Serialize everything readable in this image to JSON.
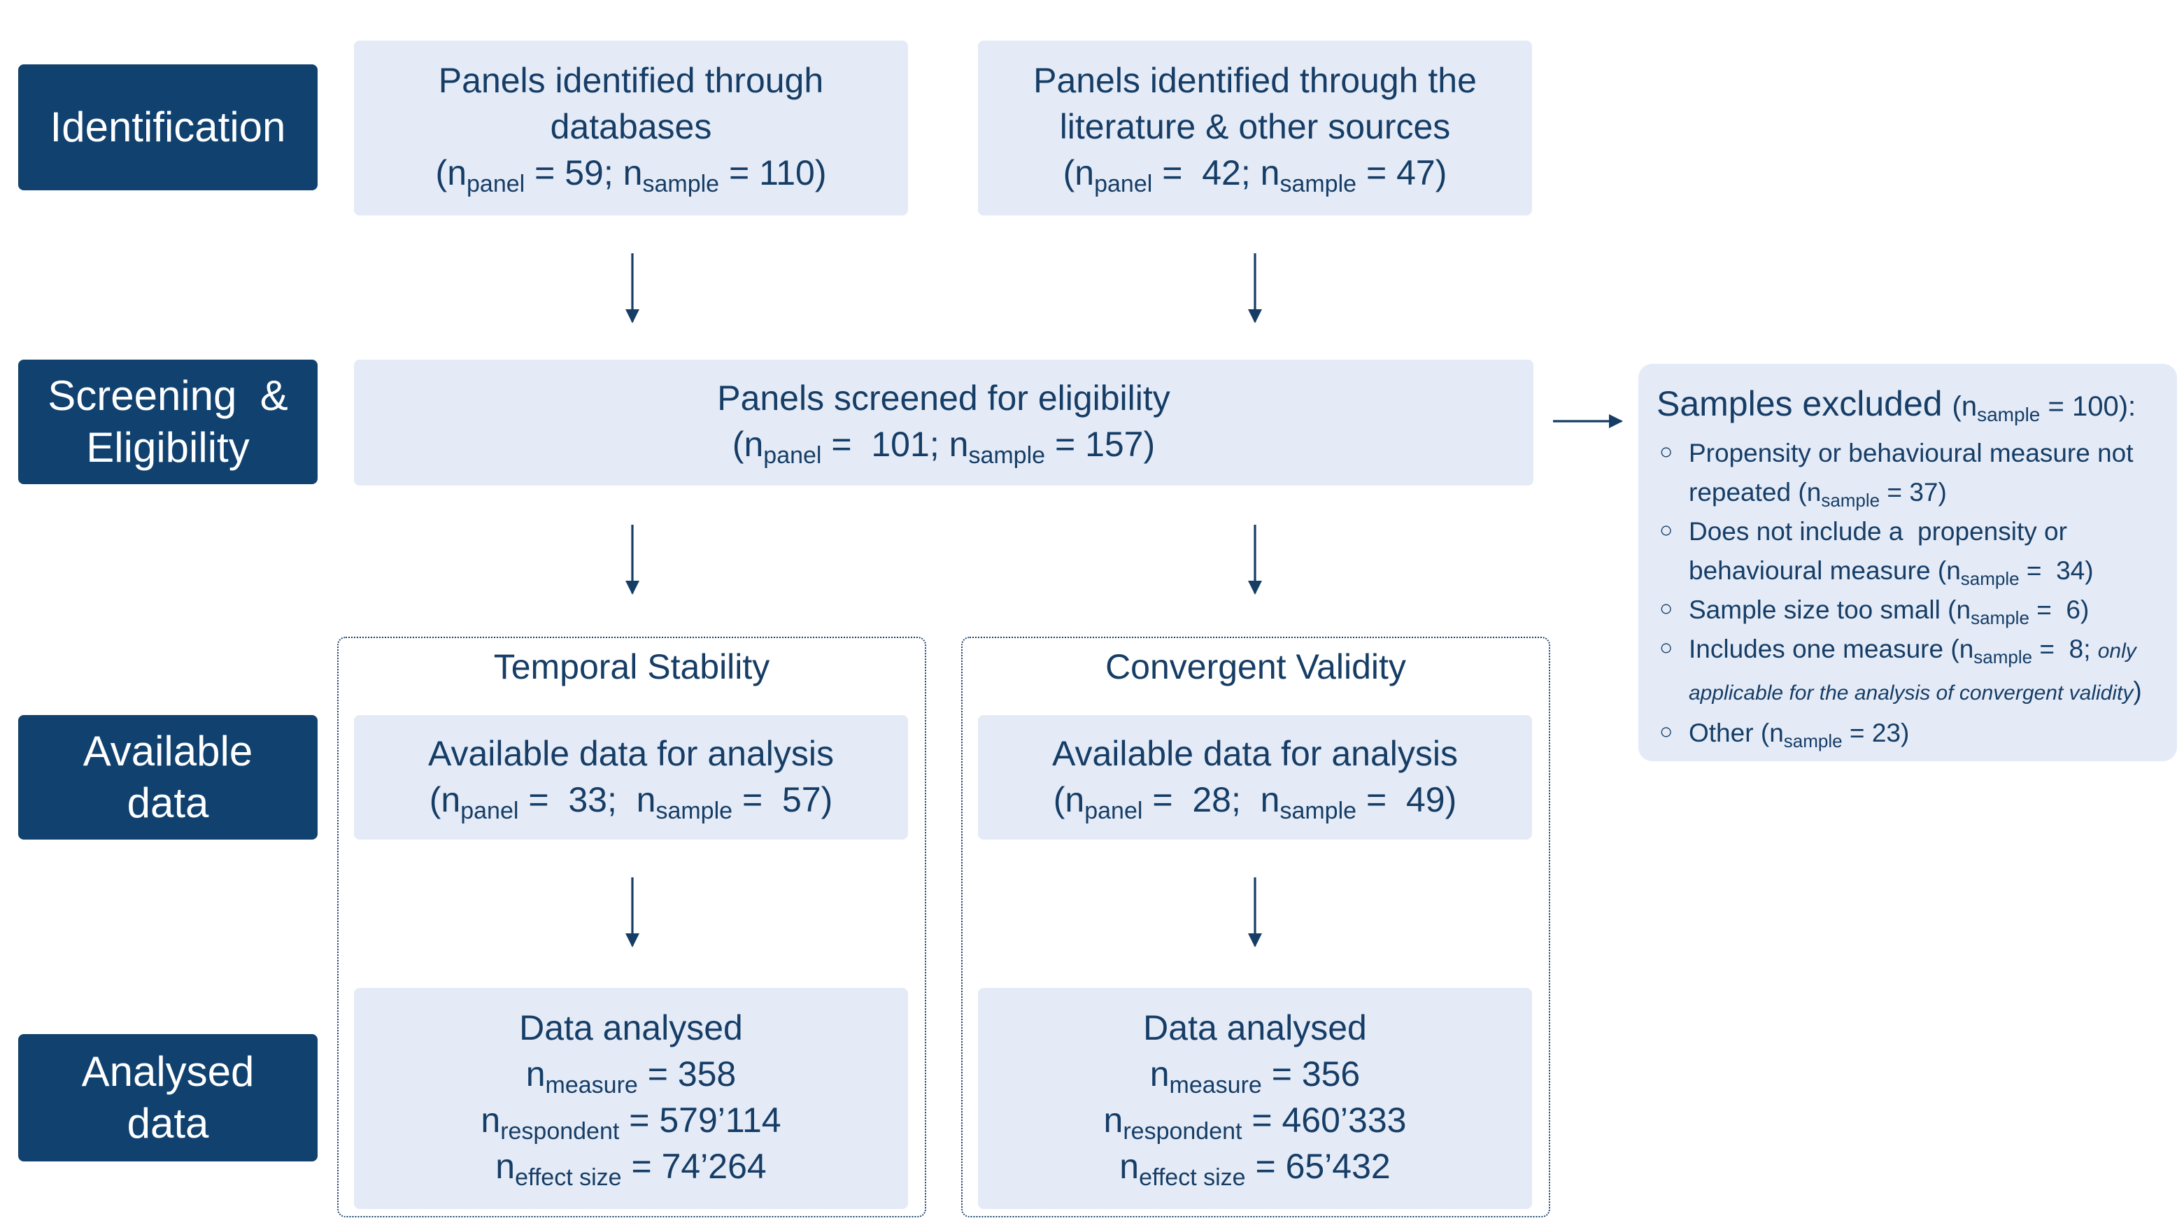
{
  "stages": {
    "identification": "Identification",
    "screening_line1": "Screening  &",
    "screening_line2": "Eligibility",
    "available_line1": "Available",
    "available_line2": "data",
    "analysed_line1": "Analysed",
    "analysed_line2": "data"
  },
  "identification": {
    "databases": {
      "line1": "Panels identified through",
      "line2": "databases",
      "n_panel": "59",
      "n_sample": "110"
    },
    "literature": {
      "line1": "Panels identified through the",
      "line2": "literature & other sources",
      "n_panel": "42",
      "n_sample": "47"
    }
  },
  "screening": {
    "title": "Panels screened for eligibility",
    "n_panel": "101",
    "n_sample": "157"
  },
  "excluded": {
    "title": "Samples excluded",
    "n_sample": "100",
    "items": [
      {
        "line1": "Propensity or behavioural measure not",
        "line2": "repeated",
        "n": "37",
        "note": ""
      },
      {
        "line1": "Does not include a  propensity or",
        "line2": "behavioural measure",
        "n": "34",
        "note": ""
      },
      {
        "line1": "Sample size too small",
        "line2": "",
        "n": "6",
        "note": ""
      },
      {
        "line1": "Includes one measure",
        "line2": "",
        "n": "8",
        "note": "only applicable for the analysis of convergent validity"
      },
      {
        "line1": "Other",
        "line2": "",
        "n": "23",
        "note": ""
      }
    ]
  },
  "temporal": {
    "title": "Temporal Stability",
    "available": {
      "title": "Available data for analysis",
      "n_panel": "33",
      "n_sample": "57"
    },
    "analysed": {
      "title": "Data analysed",
      "n_measure": "358",
      "n_respondent": "579’114",
      "n_effect": "74’264"
    }
  },
  "convergent": {
    "title": "Convergent Validity",
    "available": {
      "title": "Available data for analysis",
      "n_panel": "28",
      "n_sample": "49"
    },
    "analysed": {
      "title": "Data analysed",
      "n_measure": "356",
      "n_respondent": "460’333",
      "n_effect": "65’432"
    }
  },
  "subscripts": {
    "n": "n",
    "panel": "panel",
    "sample": "sample",
    "measure": "measure",
    "respondent": "respondent",
    "effect": "effect size"
  },
  "colors": {
    "stage_fill": "#10416f",
    "box_fill": "#e4ebf7",
    "text": "#163d66",
    "arrow": "#163d66"
  }
}
